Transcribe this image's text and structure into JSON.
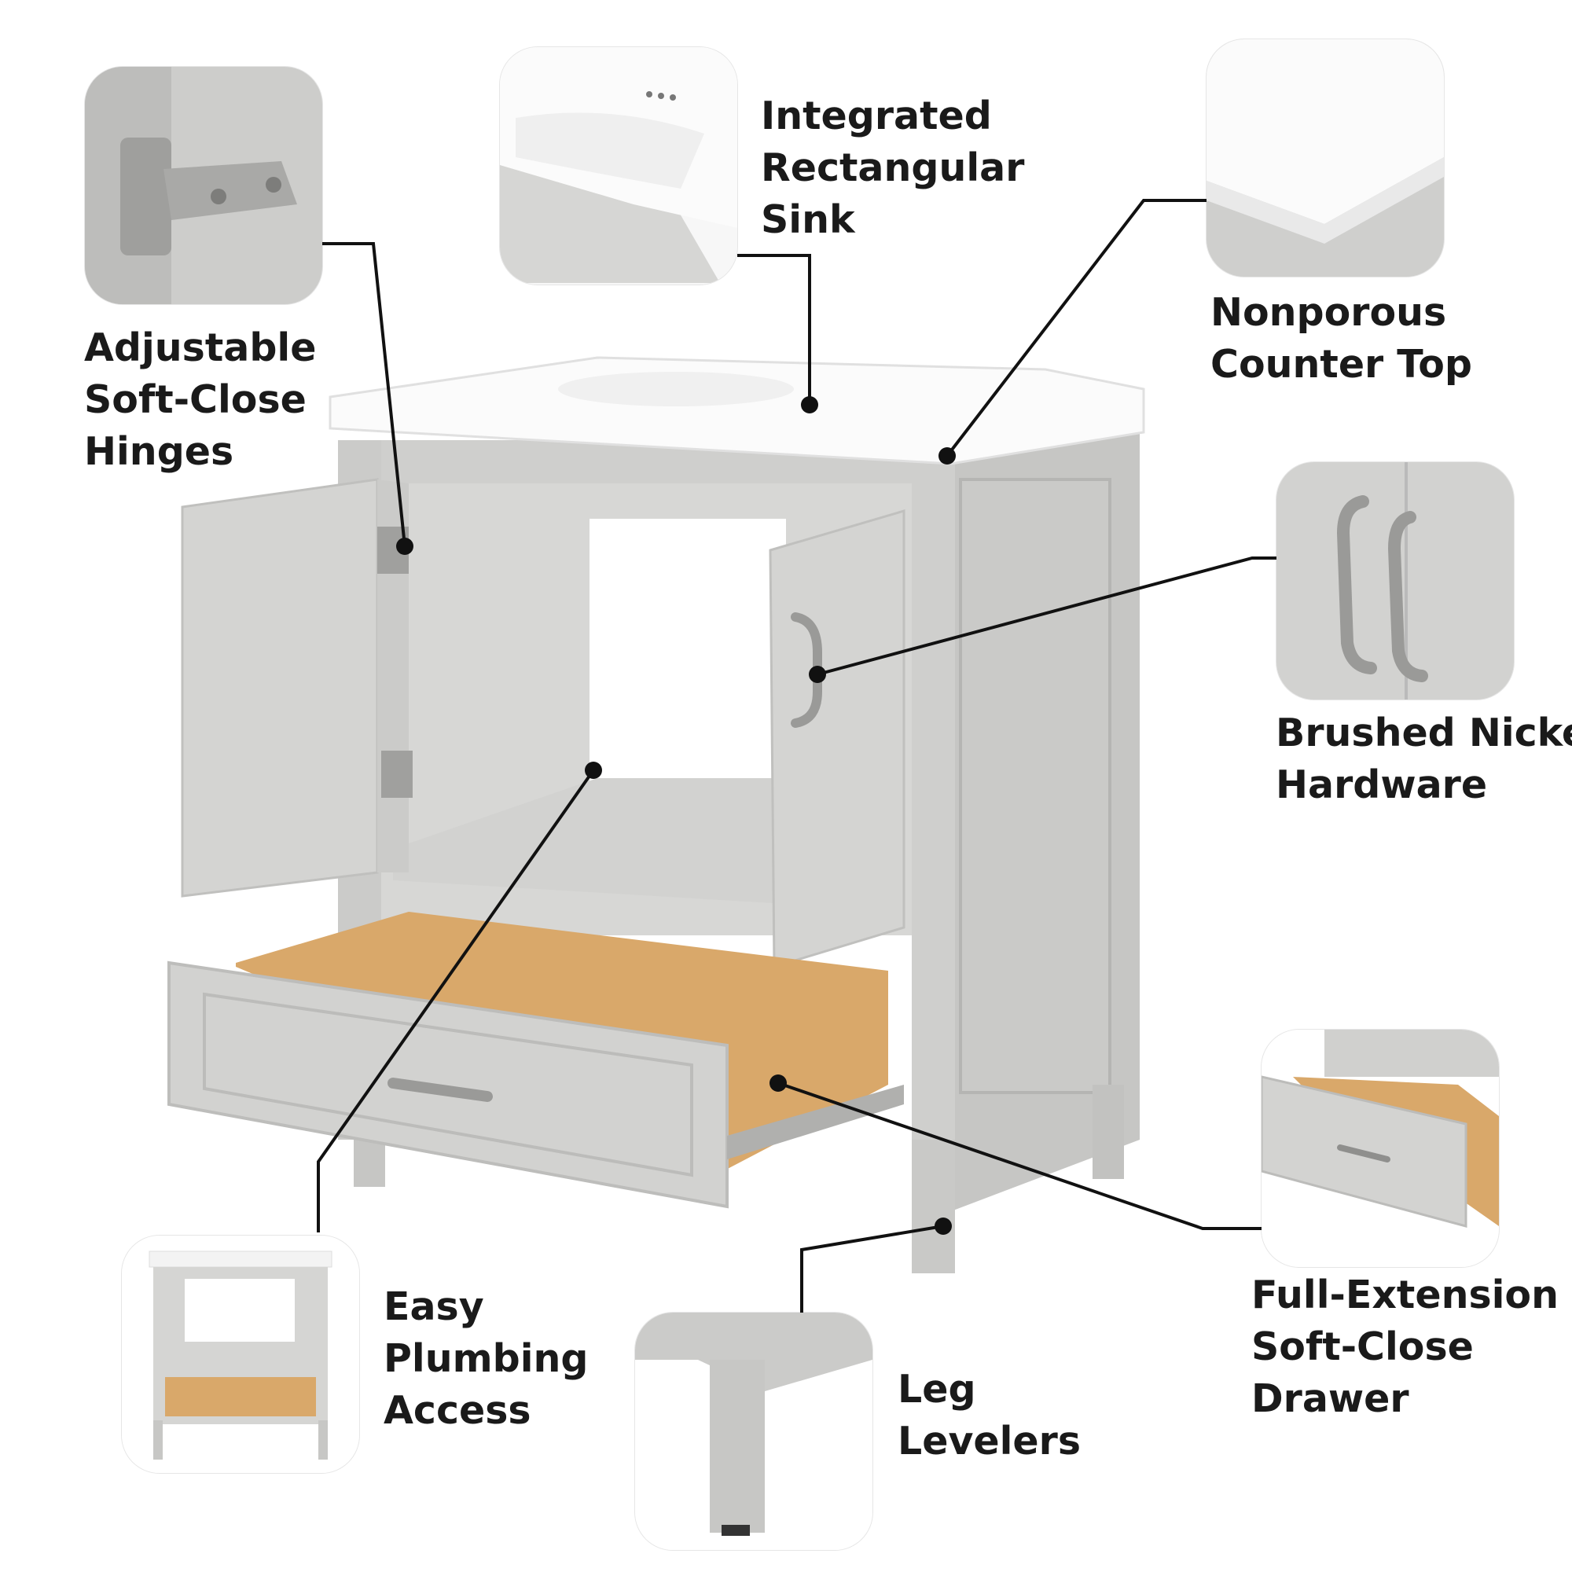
{
  "callouts": {
    "hinges": {
      "lines": [
        "Adjustable",
        "Soft-Close",
        "Hinges"
      ],
      "icon": "hinge-icon"
    },
    "sink": {
      "lines": [
        "Integrated",
        "Rectangular",
        "Sink"
      ],
      "icon": "sink-icon"
    },
    "top": {
      "lines": [
        "Nonporous",
        "Counter Top"
      ],
      "icon": "counter-top-icon"
    },
    "hardware": {
      "lines": [
        "Brushed Nickel",
        "Hardware"
      ],
      "icon": "handle-icon"
    },
    "drawer": {
      "lines": [
        "Full-Extension",
        "Soft-Close",
        "Drawer"
      ],
      "icon": "drawer-icon"
    },
    "plumbing": {
      "lines": [
        "Easy",
        "Plumbing",
        "Access"
      ],
      "icon": "vanity-icon"
    },
    "leg": {
      "lines": [
        "Leg",
        "Levelers"
      ],
      "icon": "leg-icon"
    }
  },
  "colors": {
    "cabinet": "#cfcfcd",
    "cabinet_dark": "#b9b9b7",
    "countertop": "#fafafa",
    "wood": "#d9a86a",
    "nickel": "#9a9a98",
    "line": "#111111"
  }
}
